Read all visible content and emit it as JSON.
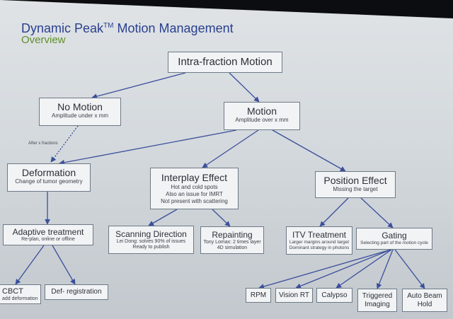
{
  "title": "Dynamic Peak",
  "title_sup": "TM",
  "title_rest": " Motion Management",
  "subtitle": "Overview",
  "nodes": {
    "intra": {
      "title": "Intra-fraction Motion"
    },
    "nomotion": {
      "title": "No Motion",
      "lines": [
        "Amplitude under x mm"
      ]
    },
    "motion": {
      "title": "Motion",
      "lines": [
        "Amplitude over x mm"
      ]
    },
    "deformation": {
      "title": "Deformation",
      "lines": [
        "Change of tumor geometry"
      ]
    },
    "interplay": {
      "title": "Interplay Effect",
      "lines": [
        "Hot and cold spots",
        "Also an issue for IMRT",
        "Not present with scattering"
      ]
    },
    "position": {
      "title": "Position Effect",
      "lines": [
        "Missing the target"
      ]
    },
    "adaptive": {
      "title": "Adaptive treatment",
      "lines": [
        "Re-plan, online or offline"
      ]
    },
    "scanning": {
      "title": "Scanning Direction",
      "lines": [
        "Lei Dong: solves 90% of issues",
        "Ready to publish"
      ]
    },
    "repainting": {
      "title": "Repainting",
      "lines": [
        "Tony Lomax: 2 times layer",
        "4D simulation"
      ]
    },
    "itv": {
      "title": "ITV Treatment",
      "lines": [
        "Larger margins around target",
        "Dominant strategy in photons"
      ]
    },
    "gating": {
      "title": "Gating",
      "lines": [
        "Selecting part of the motion cycle"
      ]
    },
    "cbct": {
      "title": "CBCT",
      "lines": [
        "add deformation"
      ]
    },
    "defreg": {
      "title": "Def- registration"
    },
    "rpm": {
      "title": "RPM"
    },
    "visionrt": {
      "title": "Vision RT"
    },
    "calypso": {
      "title": "Calypso"
    },
    "triggered": {
      "title": "Triggered Imaging"
    },
    "autobeam": {
      "title": "Auto Beam Hold"
    }
  },
  "dashed_note": "After x fractions",
  "colors": {
    "line": "#3b4f9c",
    "title": "#2a3f8f",
    "subtitle": "#5f8f2a"
  }
}
